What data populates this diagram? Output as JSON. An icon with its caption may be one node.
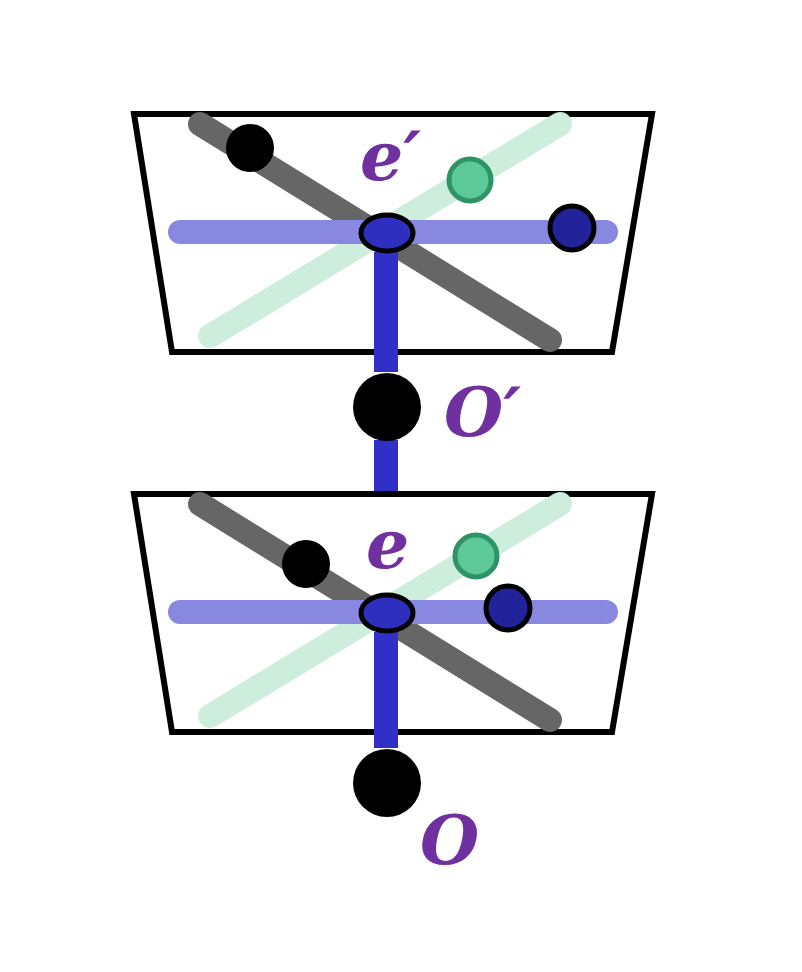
{
  "diagram": {
    "nodes": [
      {
        "text": [],
        "shape": "ellipse",
        "beside": [
          "e′"
        ]
      },
      {
        "text": [],
        "shape": "circle",
        "beside": [
          "O′"
        ]
      },
      {
        "text": [],
        "shape": "ellipse",
        "beside": [
          "e"
        ]
      },
      {
        "text": [],
        "shape": "circle",
        "beside": [
          "O"
        ]
      }
    ],
    "edges": [
      {
        "from": 1,
        "to": 0,
        "arrow": "none"
      },
      {
        "from": 2,
        "to": 1,
        "arrow": "none"
      },
      {
        "from": 3,
        "to": 2,
        "arrow": "none"
      }
    ]
  }
}
